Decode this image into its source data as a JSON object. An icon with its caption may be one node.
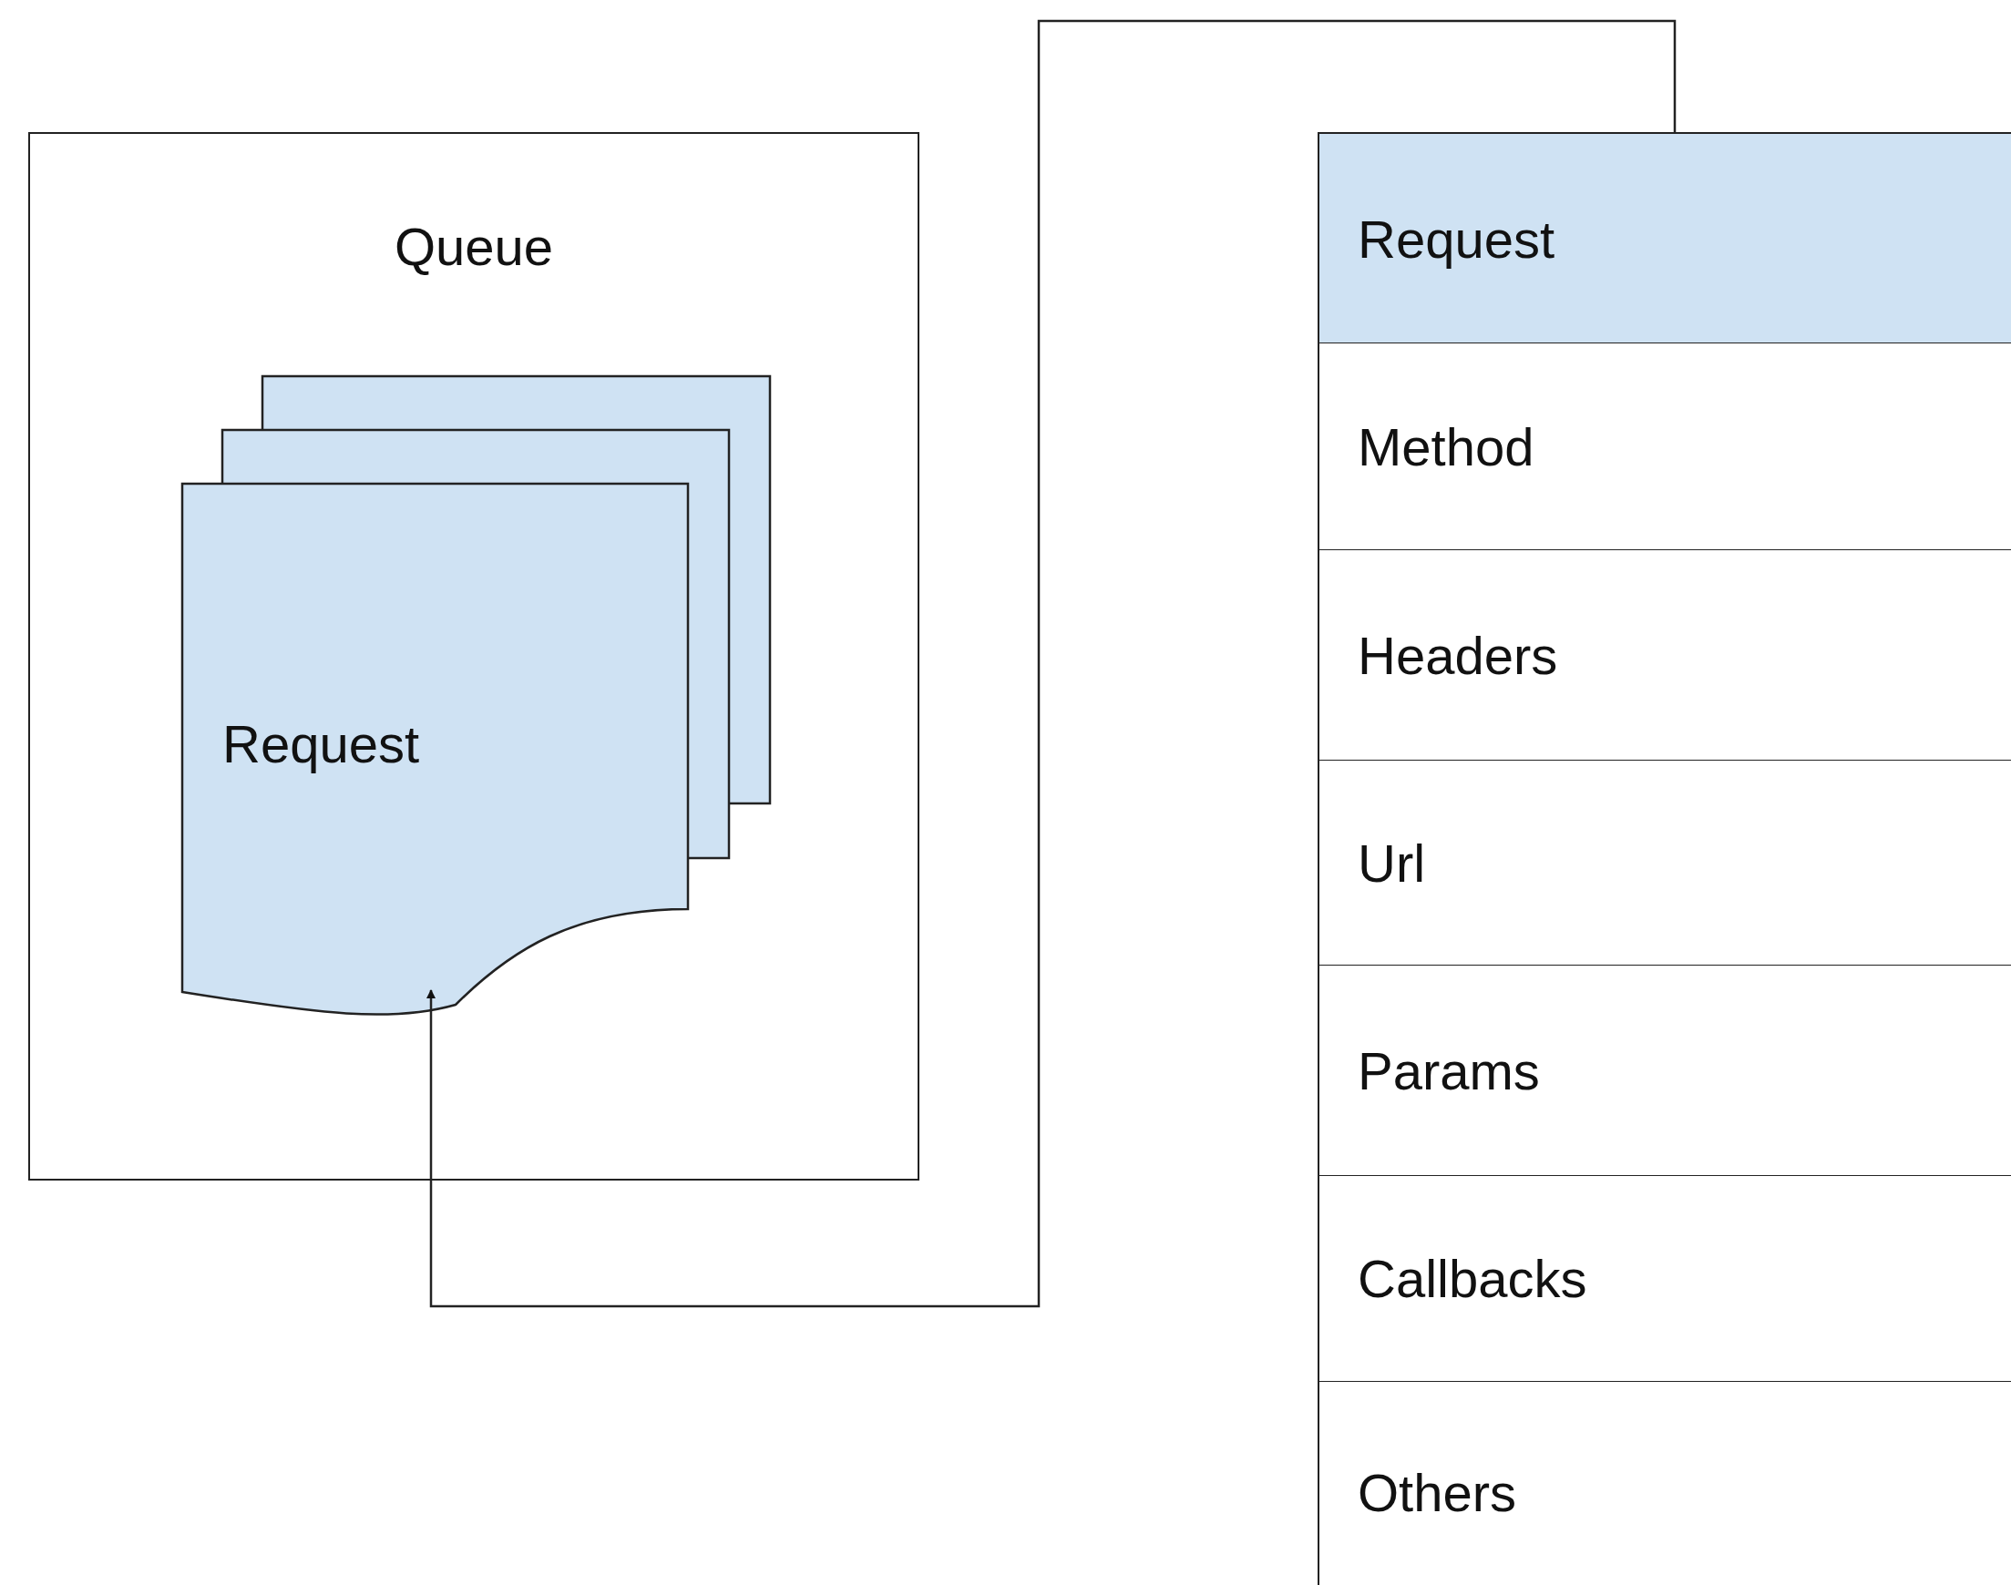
{
  "diagram": {
    "nodes": [
      {
        "text": [
          "Queue"
        ]
      },
      {
        "text": [
          "Request"
        ],
        "in": 0
      },
      {
        "text": [
          "Request"
        ]
      },
      {
        "text": [
          "Method"
        ]
      },
      {
        "text": [
          "Headers"
        ]
      },
      {
        "text": [
          "Url"
        ]
      },
      {
        "text": [
          "Params"
        ]
      },
      {
        "text": [
          "Callbacks"
        ]
      },
      {
        "text": [
          "Others"
        ]
      }
    ],
    "edges": [
      {
        "from": 2,
        "to": 1,
        "arrow": "to"
      }
    ]
  }
}
